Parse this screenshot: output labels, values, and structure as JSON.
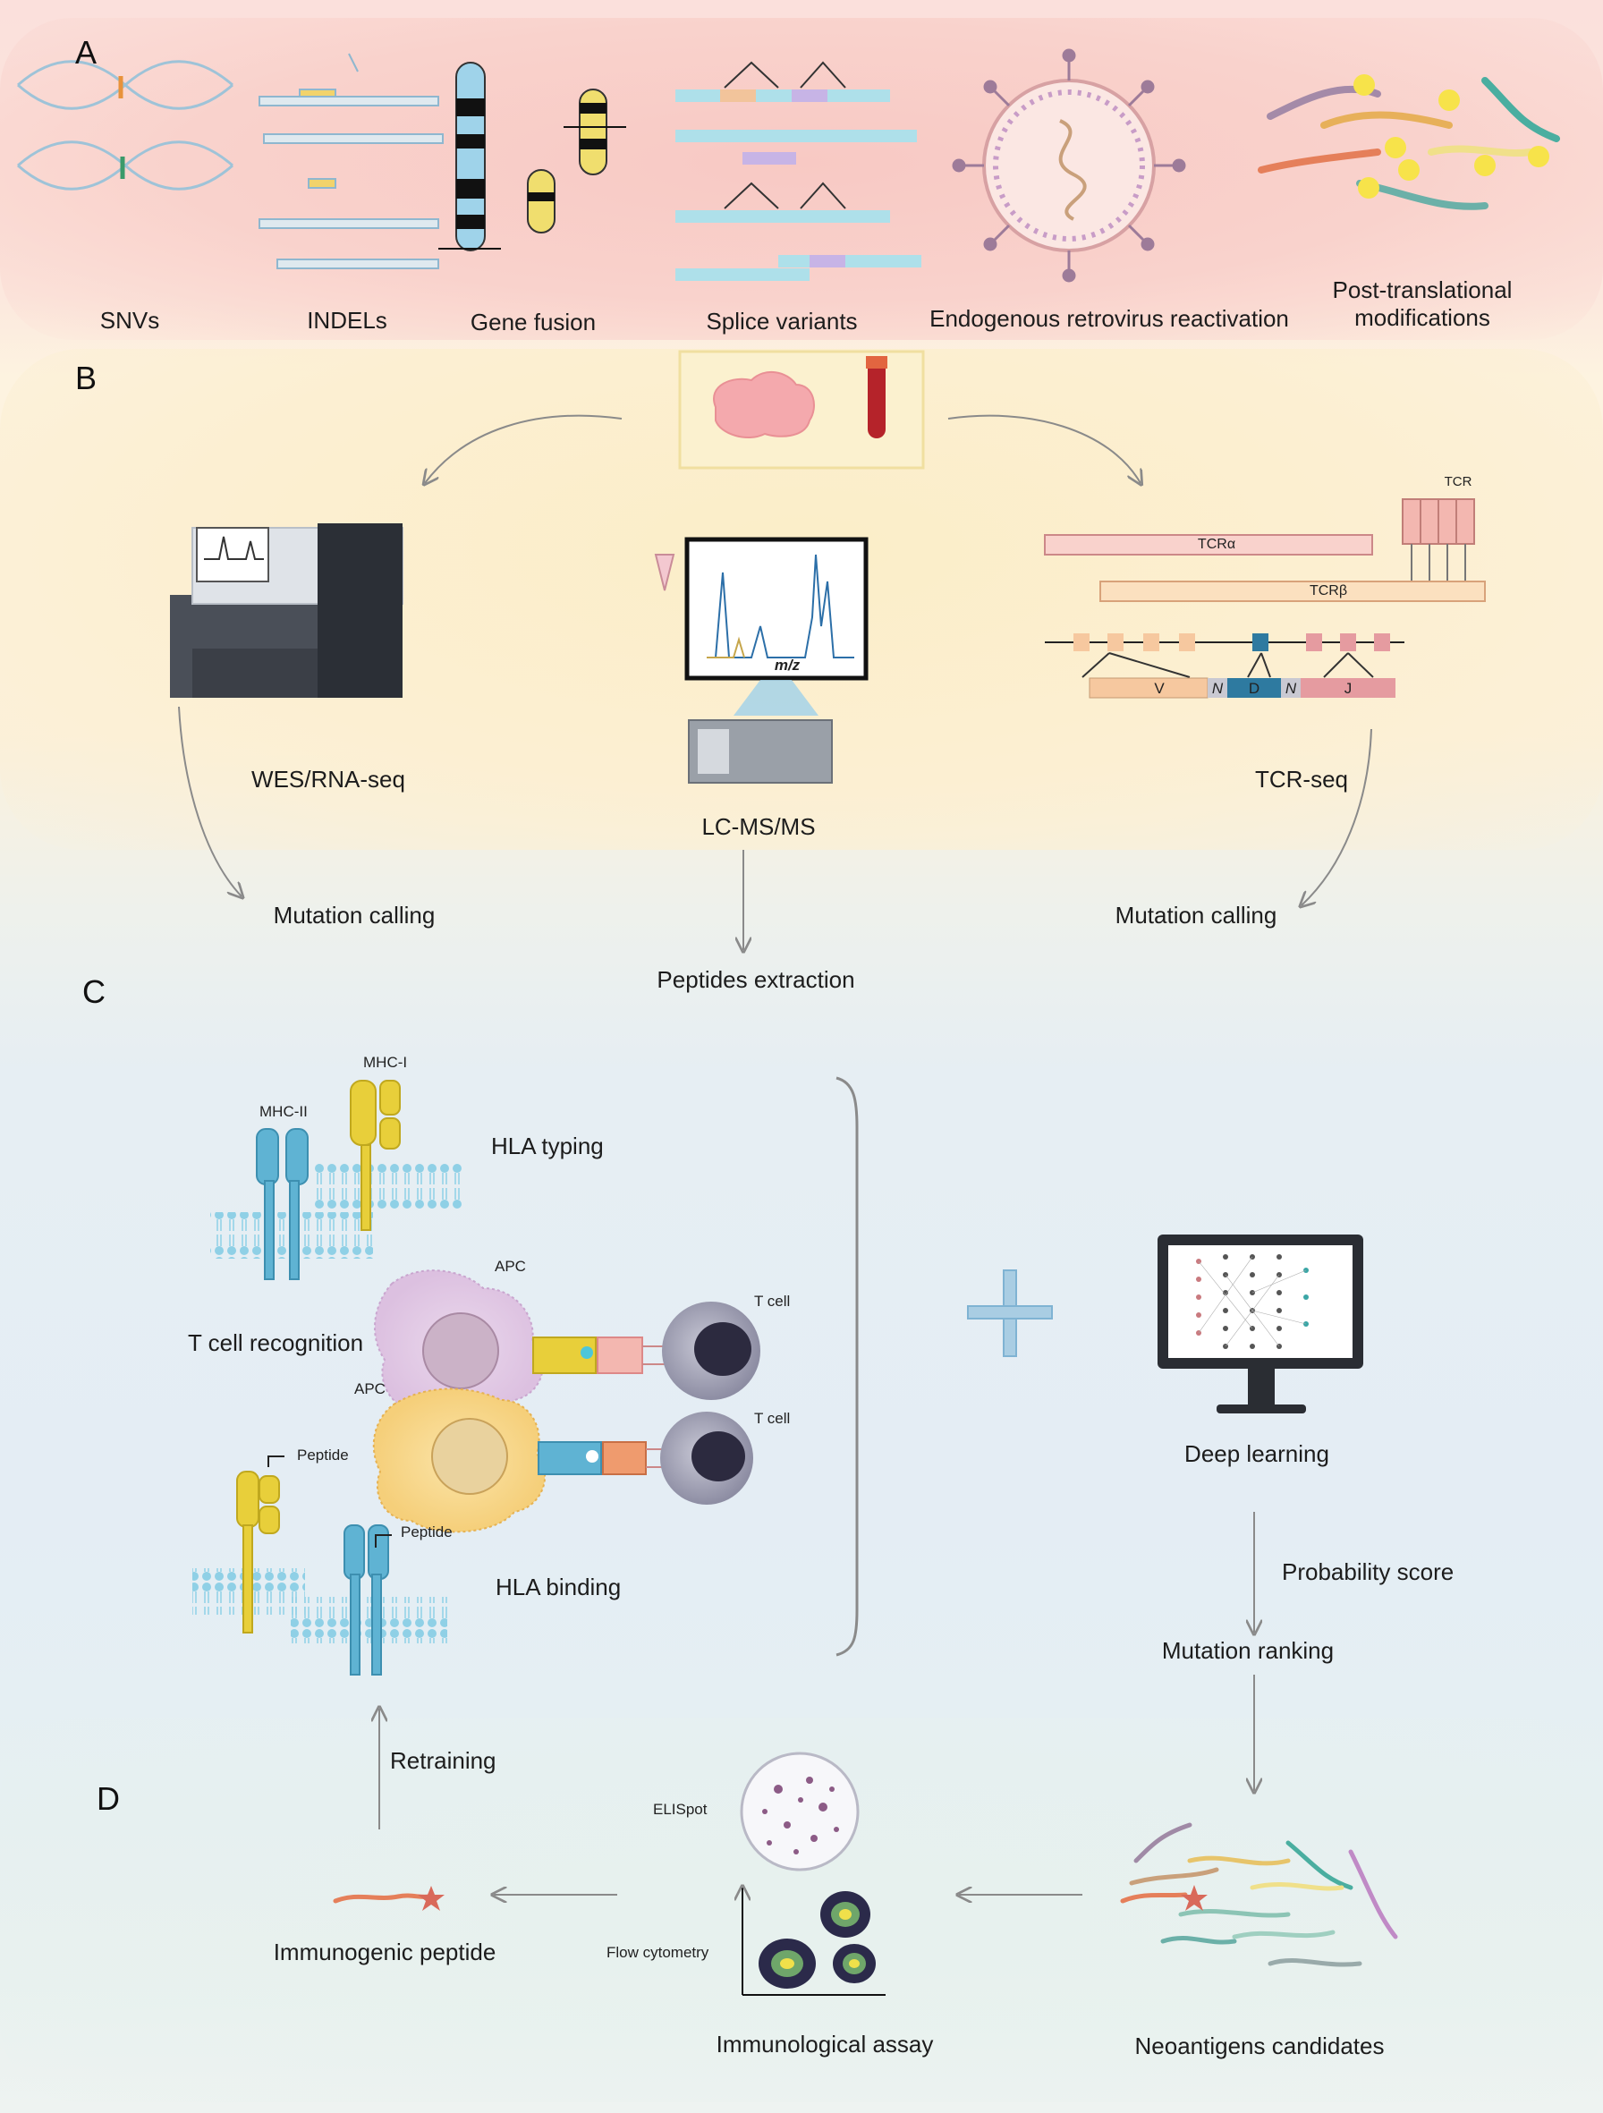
{
  "sections": {
    "a": {
      "letter": "A"
    },
    "b": {
      "letter": "B"
    },
    "c": {
      "letter": "C"
    },
    "d": {
      "letter": "D"
    }
  },
  "panel_a": {
    "labels": [
      "SNVs",
      "INDELs",
      "Gene fusion",
      "Splice variants",
      "Endogenous retrovirus reactivation",
      "Post-translational modifications"
    ]
  },
  "panel_b": {
    "wes_label": "WES/RNA-seq",
    "lcms_label": "LC-MS/MS",
    "tcr_label": "TCR-seq",
    "mutation_calling_left": "Mutation calling",
    "mutation_calling_right": "Mutation calling",
    "peptides_extraction": "Peptides extraction",
    "ms_axis": "m/z",
    "tcr_top": "TCR",
    "tcr_alpha": "TCRα",
    "tcr_beta": "TCRβ",
    "segments": {
      "v": "V",
      "n1": "N",
      "d": "D",
      "n2": "N",
      "j": "J"
    }
  },
  "panel_c": {
    "mhc_i": "MHC-I",
    "mhc_ii": "MHC-II",
    "hla_typing": "HLA typing",
    "apc_top": "APC",
    "apc_bottom": "APC",
    "t_cell_top": "T cell",
    "t_cell_bottom": "T cell",
    "t_cell_recognition": "T cell recognition",
    "peptide_1": "Peptide",
    "peptide_2": "Peptide",
    "hla_binding": "HLA binding",
    "deep_learning": "Deep learning",
    "probability_score": "Probability score",
    "mutation_ranking": "Mutation ranking"
  },
  "panel_d": {
    "retraining": "Retraining",
    "elispot": "ELISpot",
    "flow_cytometry": "Flow cytometry",
    "immunological_assay": "Immunological assay",
    "immunogenic_peptide": "Immunogenic peptide",
    "neoantigens_candidates": "Neoantigens candidates"
  },
  "colors": {
    "band_a": "#f8c9c4",
    "band_b": "#fbeec8",
    "band_c": "#e4edf4",
    "arrow": "#8a8a8a",
    "hla_yellow": "#e8cf3a",
    "hla_blue": "#5fb3d3",
    "tcr_pink": "#e8a3a0",
    "tcr_orange": "#f2c49b"
  }
}
